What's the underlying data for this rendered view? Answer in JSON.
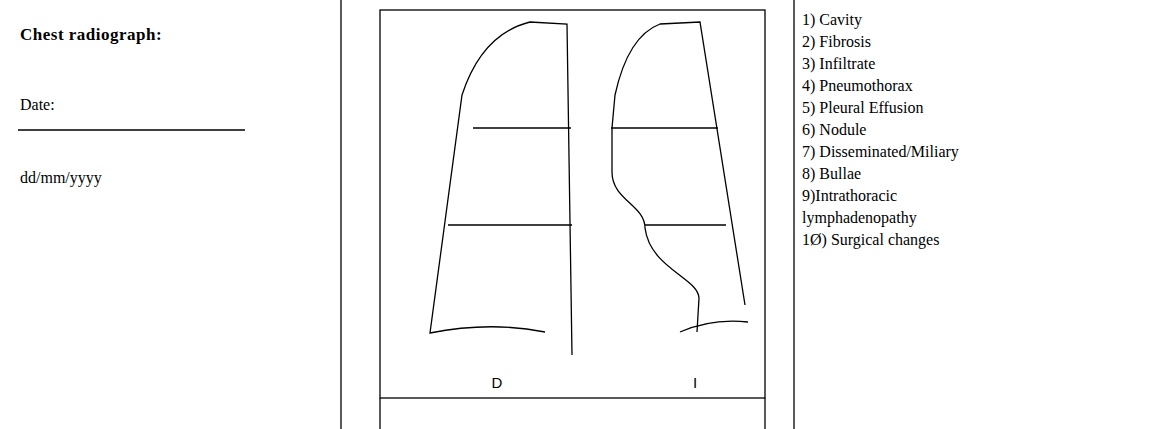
{
  "diagram": {
    "title": "Chest radiograph:",
    "labels": [
      "Date:",
      "dd/mm/yyyy",
      "D",
      "I",
      "1) Cavity",
      "2) Fibrosis",
      "3) Infiltrate",
      "4) Pneumothorax",
      "5) Pleural Effusion",
      "6) Nodule",
      "7) Disseminated/Miliary",
      "8) Bullae",
      "9)Intrathoracic lymphadenopathy",
      "1Ø) Surgical changes"
    ]
  }
}
